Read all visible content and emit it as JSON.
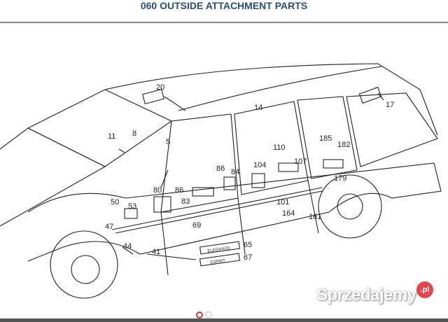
{
  "header": {
    "title": "060 OUTSIDE ATTACHMENT PARTS"
  },
  "diagram": {
    "part_labels": [
      "20",
      "14",
      "17",
      "11",
      "8",
      "5",
      "110",
      "185",
      "182",
      "86",
      "84",
      "104",
      "107",
      "179",
      "80",
      "86",
      "83",
      "50",
      "53",
      "101",
      "164",
      "161",
      "47",
      "69",
      "44",
      "41",
      "65",
      "67"
    ],
    "emblems": [
      "ELEGANCE",
      "ESPRIT"
    ]
  },
  "carousel": {
    "count": 2,
    "active": 1
  },
  "watermark": {
    "text": "Sprzedajemy",
    "suffix": ".pl"
  },
  "colors": {
    "title": "#2b4d72",
    "accent": "#c8343f",
    "watermark_badge": "#e0474c"
  }
}
